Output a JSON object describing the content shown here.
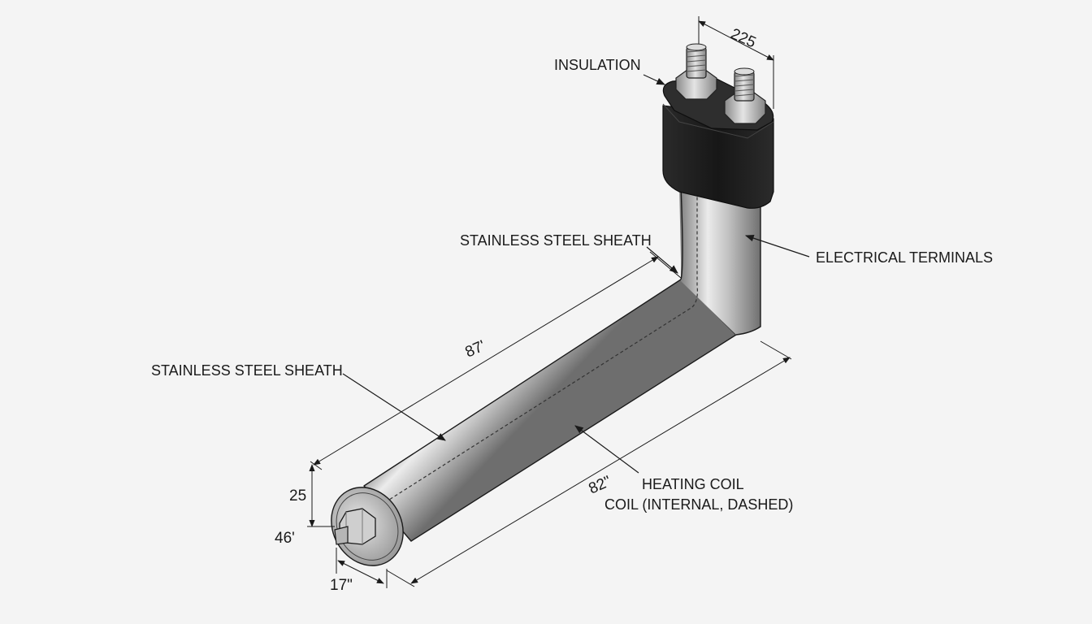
{
  "callouts": {
    "insulation": "INSULATION",
    "sheath_upper": "STAINLESS STEEL SHEATH",
    "terminals": "ELECTRICAL TERMINALS",
    "sheath_left": "STAINLESS STEEL SHEATH",
    "heating_coil": "HEATING COIL",
    "coil_internal": "COIL (INTERNAL, DASHED)"
  },
  "dimensions": {
    "terminal_spacing": "225",
    "upper_length": "87'",
    "lower_length": "82\"",
    "end_height": "25",
    "end_offset": "46'",
    "end_depth": "17\""
  },
  "colors": {
    "background": "#f4f4f4",
    "steel_dark": "#7c7c7c",
    "steel_light": "#e6e6e6",
    "insulation_block": "#1e1e1e",
    "line": "#1a1a1a"
  }
}
